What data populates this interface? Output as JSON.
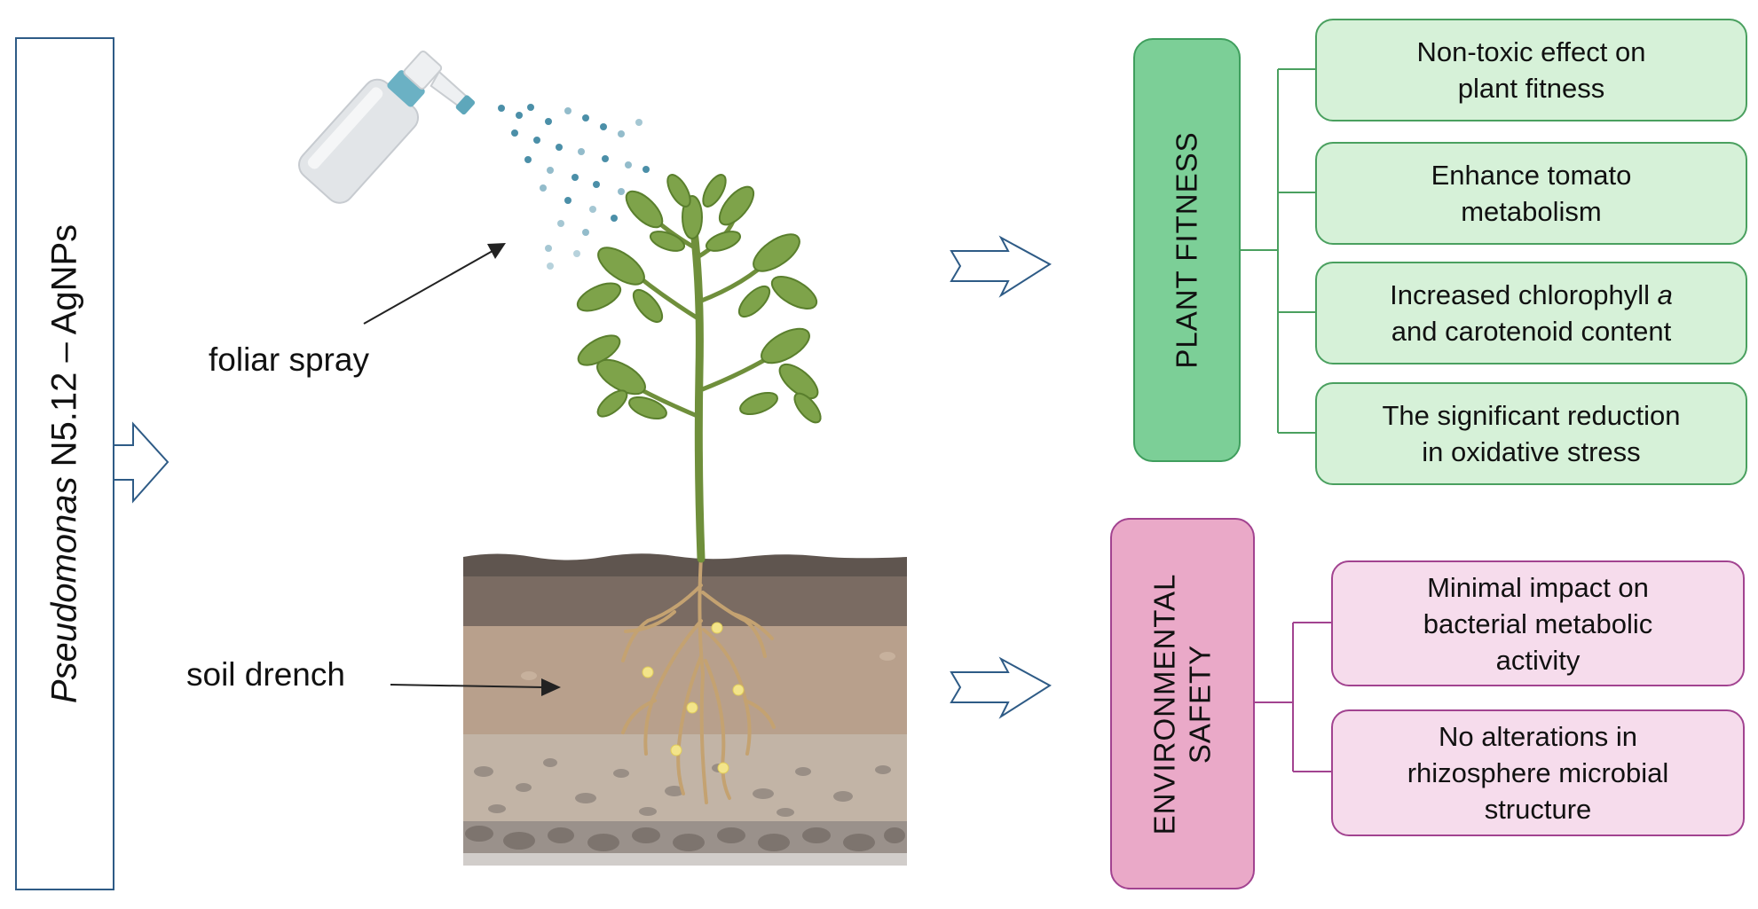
{
  "title": {
    "italic_part": "Pseudomonas",
    "rest": " N5.12 – AgNPs"
  },
  "labels": {
    "foliar_spray": "foliar spray",
    "soil_drench": "soil drench"
  },
  "plant_fitness": {
    "label": "PLANT  FITNESS",
    "color": "#7ccf97",
    "effects": [
      {
        "lines": [
          "Non-toxic effect on",
          "plant fitness"
        ]
      },
      {
        "lines": [
          "Enhance tomato",
          "metabolism"
        ]
      },
      {
        "lines": [
          "Increased chlorophyll ",
          "a",
          "and carotenoid content"
        ]
      },
      {
        "lines": [
          "The significant reduction",
          "in oxidative stress"
        ]
      }
    ]
  },
  "environmental_safety": {
    "label_line1": "ENVIRONMENTAL",
    "label_line2": "SAFETY",
    "color": "#eaa9c8",
    "effects": [
      {
        "lines": [
          "Minimal impact on",
          "bacterial metabolic",
          "activity"
        ]
      },
      {
        "lines": [
          "No alterations in",
          "rhizosphere microbial",
          "structure"
        ]
      }
    ]
  },
  "icons": [
    "spray-bottle-icon",
    "tomato-plant-icon",
    "soil-profile-icon"
  ],
  "colors": {
    "arrow_outline": "#2e5b86",
    "green_border": "#4aa05f",
    "pink_border": "#a24390"
  }
}
